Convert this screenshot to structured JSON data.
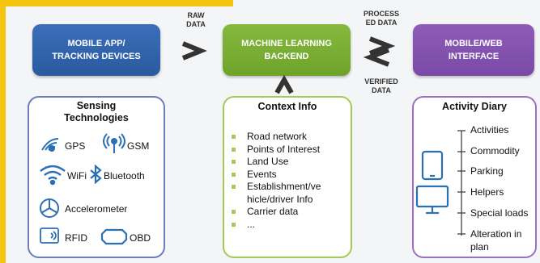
{
  "boxes": {
    "mobile_app": "MOBILE APP/\nTRACKING DEVICES",
    "ml_backend": "MACHINE LEARNING\nBACKEND",
    "interface": "MOBILE/WEB\nINTERFACE"
  },
  "labels": {
    "raw_data": "RAW\nDATA",
    "processed_data": "PROCESS\nED DATA",
    "verified_data": "VERIFIED\nDATA"
  },
  "sensing": {
    "title": "Sensing\nTechnologies",
    "items": {
      "gps": "GPS",
      "gsm": "GSM",
      "wifi": "WiFi",
      "bluetooth": "Bluetooth",
      "accelerometer": "Accelerometer",
      "rfid": "RFID",
      "obd": "OBD"
    }
  },
  "context": {
    "title": "Context Info",
    "items": [
      "Road network",
      "Points of Interest",
      "Land Use",
      "Events",
      "Establishment/ve",
      "hicle/driver Info",
      "Carrier data",
      "..."
    ]
  },
  "diary": {
    "title": "Activity Diary",
    "items": [
      "Activities",
      "Commodity",
      "Parking",
      "Helpers",
      "Special loads",
      "Alteration in",
      "plan"
    ]
  },
  "colors": {
    "blue": "#2a5aa0",
    "green": "#6ea32a",
    "purple": "#7a4aa6",
    "accent_yellow": "#f5c40f",
    "icon_blue": "#2b6fb5"
  }
}
